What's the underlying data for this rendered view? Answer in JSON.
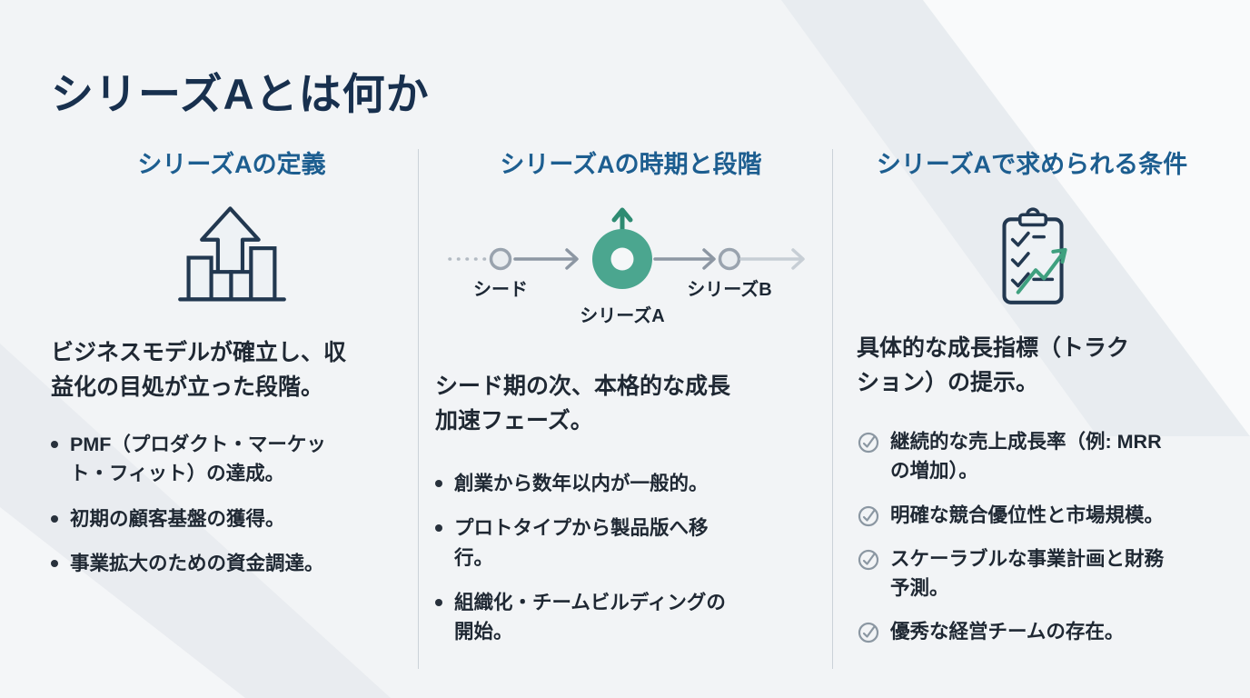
{
  "title": "シリーズAとは何か",
  "colors": {
    "bg": "#f2f4f6",
    "title": "#18304e",
    "header": "#1d5e90",
    "body": "#1f2833",
    "teal": "#4ba68f",
    "teal-dark": "#2e8b72",
    "green": "#3fa07f",
    "node-gray": "#99a3ae",
    "line-gray": "#8d97a3",
    "line-light": "#c7ced5",
    "divider": "#cbd2d8",
    "icon-navy": "#223850",
    "check-gray": "#8b97a2"
  },
  "columns": [
    {
      "header": "シリーズAの定義",
      "icon": "growth-bar-chart-icon",
      "lead": "ビジネスモデルが確立し、収益化の目処が立った段階。",
      "bullets": [
        "PMF（プロダクト・マーケット・フィット）の達成。",
        "初期の顧客基盤の獲得。",
        "事業拡大のための資金調達。"
      ]
    },
    {
      "header": "シリーズAの時期と段階",
      "icon": "funding-timeline",
      "timeline": {
        "stages": [
          "シード",
          "シリーズA",
          "シリーズB"
        ],
        "active": "シリーズA"
      },
      "lead": "シード期の次、本格的な成長加速フェーズ。",
      "bullets": [
        "創業から数年以内が一般的。",
        "プロトタイプから製品版へ移行。",
        "組織化・チームビルディングの開始。"
      ]
    },
    {
      "header": "シリーズAで求められる条件",
      "icon": "clipboard-checklist-icon",
      "lead": "具体的な成長指標（トラクション）の提示。",
      "checks": [
        "継続的な売上成長率（例: MRRの増加）。",
        "明確な競合優位性と市場規模。",
        "スケーラブルな事業計画と財務予測。",
        "優秀な経営チームの存在。"
      ]
    }
  ]
}
